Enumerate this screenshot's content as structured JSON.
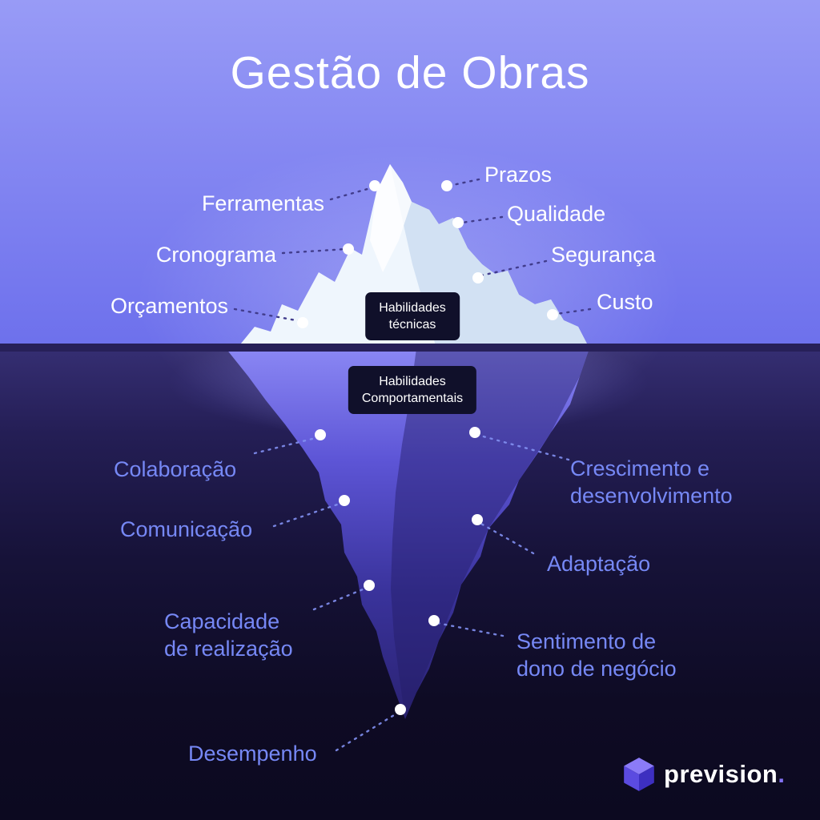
{
  "title": "Gestão de Obras",
  "badges": {
    "technical": "Habilidades\ntécnicas",
    "behavioral": "Habilidades\nComportamentais"
  },
  "above_labels": [
    {
      "id": "ferramentas",
      "text": "Ferramentas"
    },
    {
      "id": "cronograma",
      "text": "Cronograma"
    },
    {
      "id": "orcamentos",
      "text": "Orçamentos"
    },
    {
      "id": "prazos",
      "text": "Prazos"
    },
    {
      "id": "qualidade",
      "text": "Qualidade"
    },
    {
      "id": "seguranca",
      "text": "Segurança"
    },
    {
      "id": "custo",
      "text": "Custo"
    }
  ],
  "below_labels": [
    {
      "id": "colaboracao",
      "text": "Colaboração"
    },
    {
      "id": "comunicacao",
      "text": "Comunicação"
    },
    {
      "id": "capacidade",
      "text": "Capacidade\nde realização"
    },
    {
      "id": "desempenho",
      "text": "Desempenho"
    },
    {
      "id": "crescimento",
      "text": "Crescimento e\ndesenvolvimento"
    },
    {
      "id": "adaptacao",
      "text": "Adaptação"
    },
    {
      "id": "sentimento",
      "text": "Sentimento de\ndono de negócio"
    }
  ],
  "logo": {
    "name": "prevision",
    "dot": "."
  },
  "colors": {
    "sky_top": "#989bf6",
    "sky_bottom": "#6d70ec",
    "water_top": "#352e72",
    "water_bottom": "#0c0920",
    "above_label": "#ffffff",
    "below_label": "#7688f5",
    "badge_bg": "#10102a",
    "iceberg_above": "#eff6fd",
    "iceberg_below_top": "#8a87f4",
    "iceberg_below_bottom": "#2a2272",
    "accent": "#8272f3"
  }
}
